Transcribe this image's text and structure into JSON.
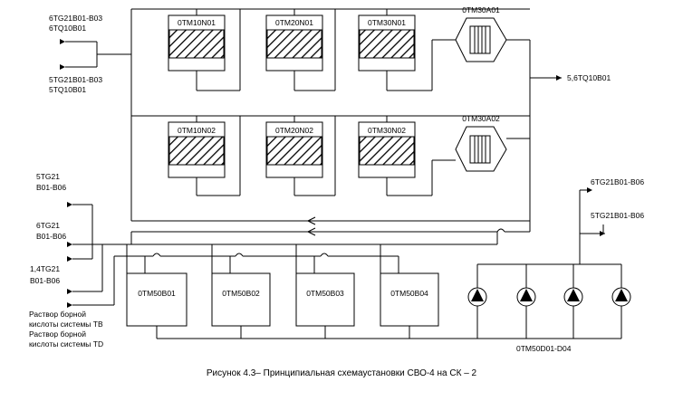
{
  "filters": [
    {
      "label": "0TM10N01"
    },
    {
      "label": "0TM20N01"
    },
    {
      "label": "0TM30N01"
    },
    {
      "label": "0TM10N02"
    },
    {
      "label": "0TM20N02"
    },
    {
      "label": "0TM30N02"
    }
  ],
  "exchangers": [
    {
      "label": "0TM30A01"
    },
    {
      "label": "0TM30A02"
    }
  ],
  "tanks": [
    {
      "label": "0TM50B01"
    },
    {
      "label": "0TM50B02"
    },
    {
      "label": "0TM50B03"
    },
    {
      "label": "0TM50B04"
    }
  ],
  "pumps_label": "0TM50D01-D04",
  "inlets": {
    "top_1_line1": "6TG21B01-B03",
    "top_1_line2": "6TQ10B01",
    "top_2_line1": "5TG21B01-B03",
    "top_2_line2": "5TQ10B01",
    "mid_1_line1": "5TG21",
    "mid_1_line2": "B01-B06",
    "mid_2_line1": "6TG21",
    "mid_2_line2": "B01-B06",
    "mid_3_line1": "1,4TG21",
    "mid_3_line2": "B01-B06",
    "boric_1_line1": "Раствор борной",
    "boric_1_line2": "кислоты системы  TB",
    "boric_2_line1": "Раствор борной",
    "boric_2_line2": "кислоты системы  TD"
  },
  "outlets": {
    "right_1": "5,6TQ10B01",
    "right_2": "6TG21B01-B06",
    "right_3": "5TG21B01-B06"
  },
  "caption": "Рисунок 4.3– Принципиальная схемаустановки СВО-4 на СК – 2"
}
